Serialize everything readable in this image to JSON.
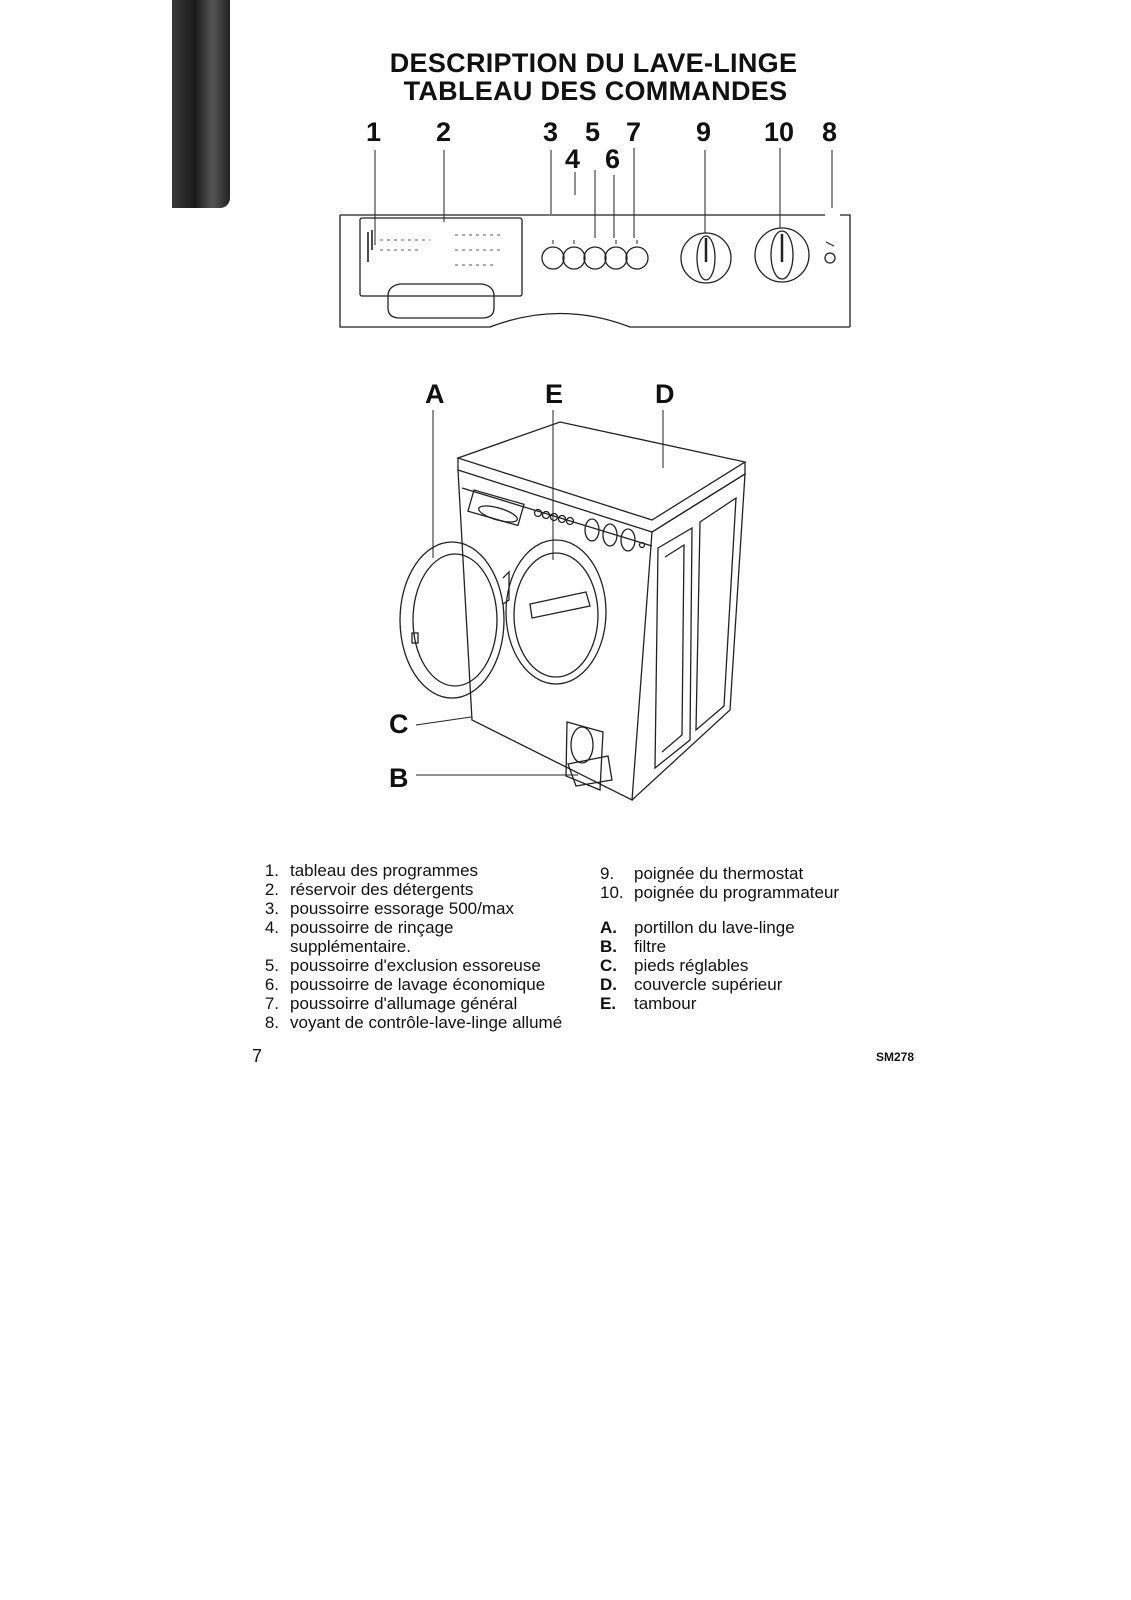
{
  "title_line1": "DESCRIPTION DU LAVE-LINGE",
  "title_line2": "TABLEAU DES COMMANDES",
  "callouts_top": [
    "1",
    "2",
    "3",
    "4",
    "5",
    "6",
    "7",
    "9",
    "10",
    "8"
  ],
  "callouts_machine": [
    "A",
    "E",
    "D",
    "C",
    "B"
  ],
  "legend_numbers": [
    {
      "key": "1.",
      "text": "tableau des programmes"
    },
    {
      "key": "2.",
      "text": "réservoir des détergents"
    },
    {
      "key": "3.",
      "text": "poussoirre essorage 500/max"
    },
    {
      "key": "4.",
      "text": "poussoirre de rinçage"
    },
    {
      "key": "",
      "text": "supplémentaire."
    },
    {
      "key": "5.",
      "text": "poussoirre d'exclusion essoreuse"
    },
    {
      "key": "6.",
      "text": "poussoirre de lavage économique"
    },
    {
      "key": "7.",
      "text": "poussoirre d'allumage général"
    },
    {
      "key": "8.",
      "text": "voyant de contrôle-lave-linge allumé"
    }
  ],
  "legend_right_numbers": [
    {
      "key": "9.",
      "text": "poignée du thermostat"
    },
    {
      "key": "10.",
      "text": "poignée du programmateur"
    }
  ],
  "legend_letters": [
    {
      "key": "A.",
      "text": "portillon du lave-linge"
    },
    {
      "key": "B.",
      "text": "filtre"
    },
    {
      "key": "C.",
      "text": "pieds réglables"
    },
    {
      "key": "D.",
      "text": "couvercle supérieur"
    },
    {
      "key": "E.",
      "text": "tambour"
    }
  ],
  "page_number": "7",
  "figure_code": "SM278"
}
